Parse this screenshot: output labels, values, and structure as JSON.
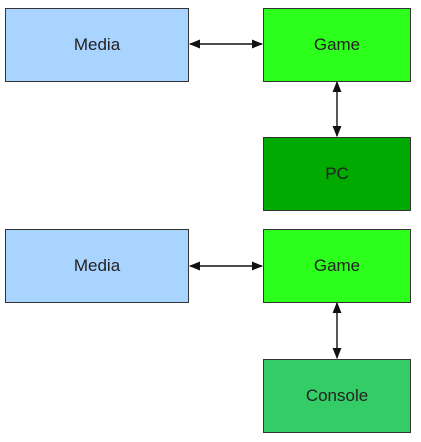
{
  "diagram": {
    "groups": [
      {
        "media_label": "Media",
        "game_label": "Game",
        "platform_label": "PC"
      },
      {
        "media_label": "Media",
        "game_label": "Game",
        "platform_label": "Console"
      }
    ]
  },
  "colors": {
    "media_fill": "#a8d4ff",
    "game_fill": "#2cff1c",
    "pc_fill": "#00aa00",
    "console_fill": "#33cc66",
    "border": "#333333",
    "connector": "#111111"
  }
}
